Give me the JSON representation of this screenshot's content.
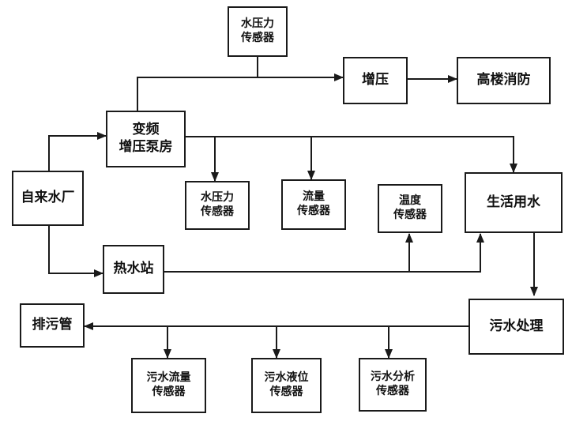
{
  "nodes": {
    "waterworks": {
      "lines": [
        "自来水厂"
      ]
    },
    "booster_pump": {
      "lines": [
        "变频",
        "增压泵房"
      ]
    },
    "top_pressure_sensor": {
      "lines": [
        "水压力",
        "传感器"
      ]
    },
    "pressurize": {
      "lines": [
        "增压"
      ]
    },
    "highrise_fire": {
      "lines": [
        "高楼消防"
      ]
    },
    "pressure_sensor": {
      "lines": [
        "水压力",
        "传感器"
      ]
    },
    "flow_sensor": {
      "lines": [
        "流量",
        "传感器"
      ]
    },
    "temp_sensor": {
      "lines": [
        "温度",
        "传感器"
      ]
    },
    "domestic_water": {
      "lines": [
        "生活用水"
      ]
    },
    "heating_station": {
      "lines": [
        "热水站"
      ]
    },
    "sewage_treatment": {
      "lines": [
        "污水处理"
      ]
    },
    "drain_pipe": {
      "lines": [
        "排污管"
      ]
    },
    "sewage_flow_sensor": {
      "lines": [
        "污水流量",
        "传感器"
      ]
    },
    "sewage_level_sensor": {
      "lines": [
        "污水液位",
        "传感器"
      ]
    },
    "sewage_analysis_sensor": {
      "lines": [
        "污水分析",
        "传感器"
      ]
    }
  }
}
